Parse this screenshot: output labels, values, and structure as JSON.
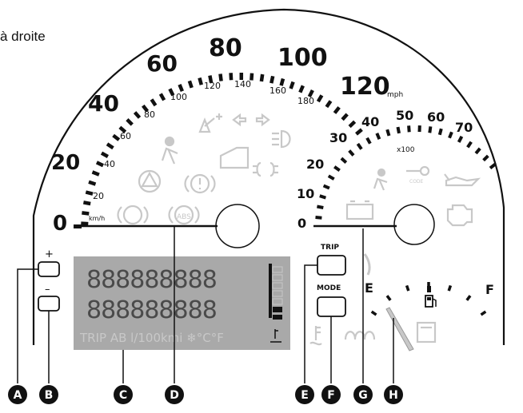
{
  "caption": "à droite",
  "speedometer": {
    "kmh_scale": [
      "20",
      "40",
      "60",
      "80",
      "100",
      "120",
      "140",
      "160",
      "180"
    ],
    "kmh_unit": "km/h",
    "mph_scale": [
      "0",
      "20",
      "40",
      "60",
      "80",
      "100",
      "120"
    ],
    "mph_unit": "mph"
  },
  "tachometer": {
    "scale": [
      "0",
      "10",
      "20",
      "30",
      "40",
      "50",
      "60",
      "70"
    ],
    "multiplier": "x100"
  },
  "fuel_gauge": {
    "empty_label": "E",
    "full_label": "F"
  },
  "buttons": {
    "trip": "TRIP",
    "mode": "MODE",
    "plus": "+",
    "minus": "–"
  },
  "display": {
    "row1": "888888888",
    "row2": "888888888",
    "status_line": "TRIP AB l/100kmi ❄°C°F"
  },
  "warning_lights": {
    "abs": "ABS",
    "code": "CODE"
  },
  "callouts": [
    "A",
    "B",
    "C",
    "D",
    "E",
    "F",
    "G",
    "H"
  ],
  "colors": {
    "ink": "#111111",
    "faded_icon": "#c8c8c8",
    "lcd_bg": "#a9a9a9",
    "lcd_segment": "#4a4a4a"
  }
}
